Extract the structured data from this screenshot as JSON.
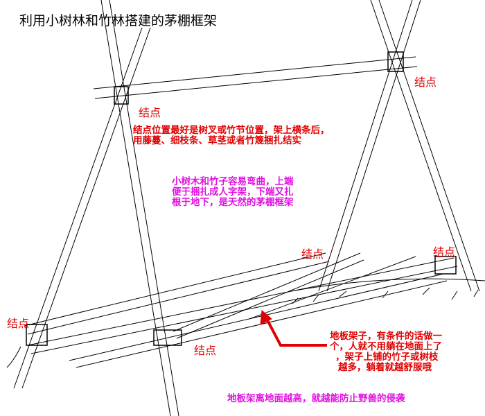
{
  "title": "利用小树林和竹林搭建的茅棚框架",
  "node_label": "结点",
  "node_tip": [
    "结点位置最好是树叉或竹节位置，架上横条后，",
    "用藤蔓、细枝条、草茎或者竹篾捆扎结实"
  ],
  "bend_note": [
    "小树木和竹子容易弯曲，上端",
    "便于捆扎成人字架，下端又扎",
    "根于地下，是天然的茅棚框架"
  ],
  "floor_note": [
    "地板架子，有条件的话做一",
    "个，人就不用躺在地面上了",
    "，架子上铺的竹子或树枝",
    "越多，躺着就越舒服哦"
  ],
  "height_note": "地板架离地面越高，就越能防止野兽的侵袭",
  "colors": {
    "red": "#e00000",
    "magenta": "#e010e0",
    "line": "#000000"
  }
}
